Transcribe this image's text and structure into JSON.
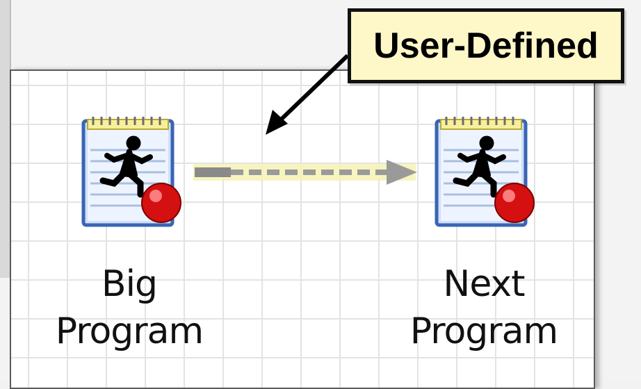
{
  "callout": {
    "text": "User-Defined"
  },
  "nodes": [
    {
      "label_line1": "Big",
      "label_line2": "Program",
      "icon": "program-run-icon"
    },
    {
      "label_line1": "Next",
      "label_line2": "Program",
      "icon": "program-run-icon"
    }
  ],
  "link": {
    "type": "dependency",
    "style": "dashed"
  },
  "colors": {
    "callout_bg": "#fef7c8",
    "badge_red": "#e01010",
    "link_gray": "#9a9a9a",
    "link_highlight": "#f6f2b4"
  }
}
